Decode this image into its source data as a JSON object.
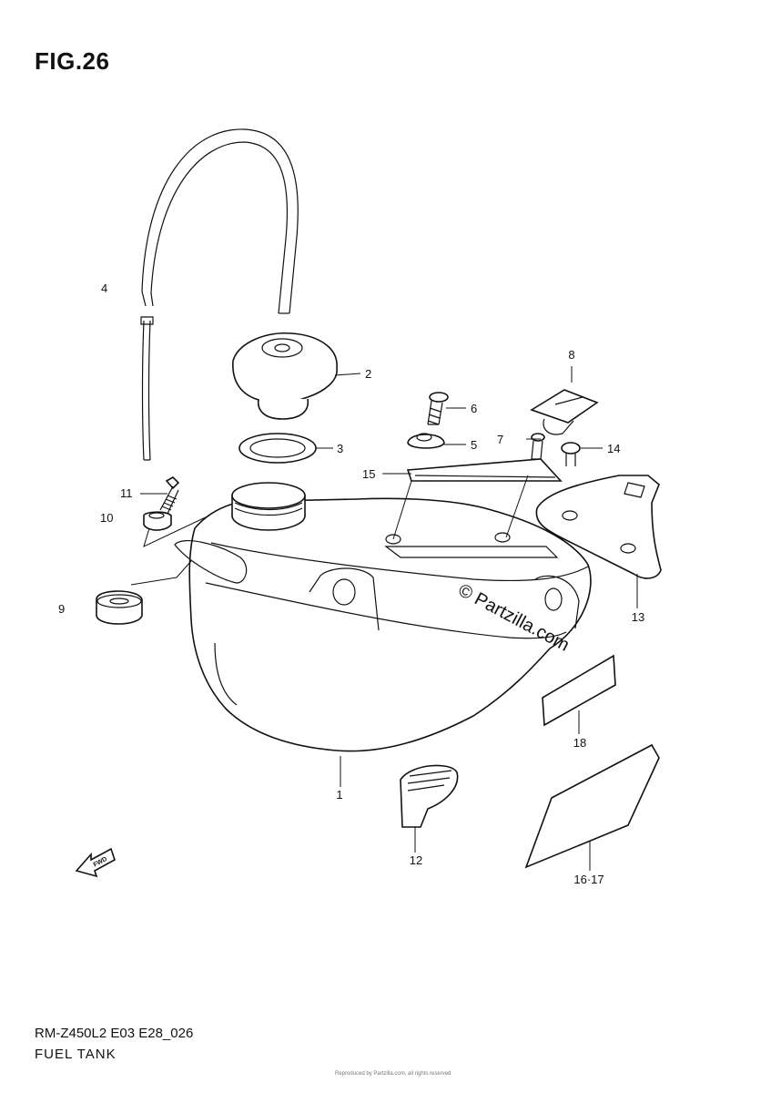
{
  "figure": {
    "title": "FIG.26",
    "model_code": "RM-Z450L2 E03 E28_026",
    "section_name": "FUEL TANK",
    "watermark": "© Partzilla.com",
    "fine_print": "Reproduced by Partzilla.com, all rights reserved"
  },
  "callouts": {
    "c1": "1",
    "c2": "2",
    "c3": "3",
    "c4": "4",
    "c5": "5",
    "c6": "6",
    "c7": "7",
    "c8": "8",
    "c9": "9",
    "c10": "10",
    "c11": "11",
    "c12": "12",
    "c13": "13",
    "c14": "14",
    "c15": "15",
    "c16_17": "16·17",
    "c18": "18"
  },
  "icons": {
    "forward_arrow": "fwd-arrow-icon",
    "forward_text": "FWD"
  }
}
